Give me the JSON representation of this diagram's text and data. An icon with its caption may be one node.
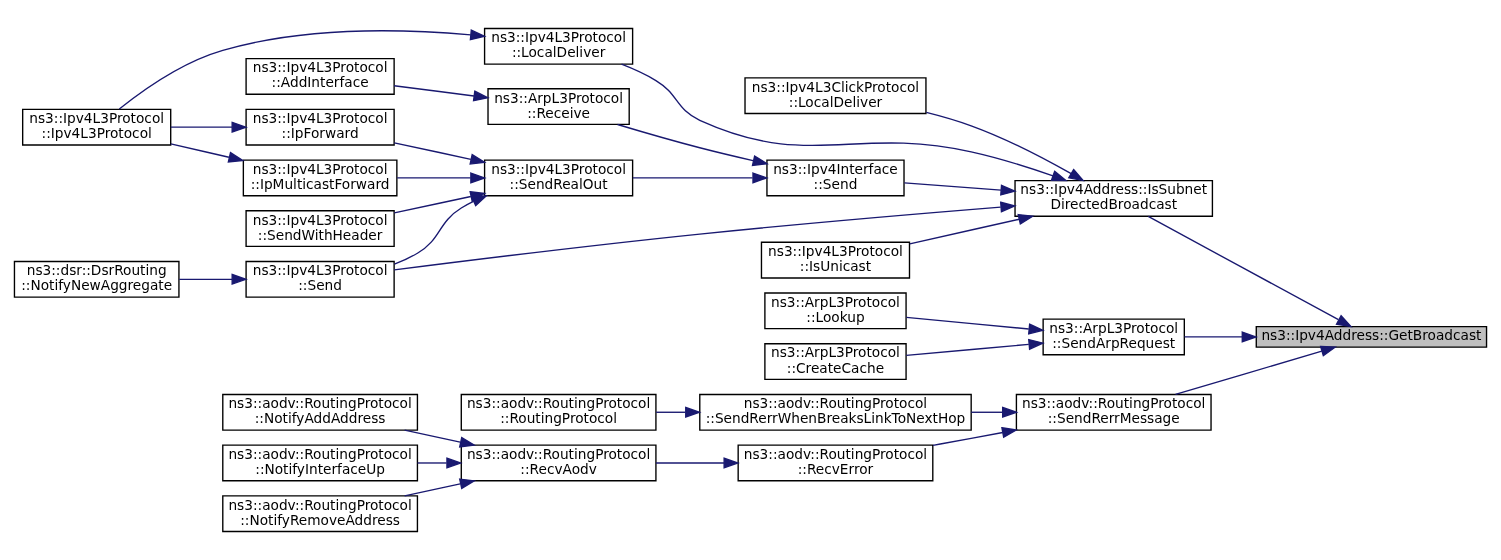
{
  "diagram": {
    "nodes": [
      {
        "text": [
          "ns3::Ipv4Address::GetBroadcast"
        ]
      },
      {
        "text": [
          "ns3::Ipv4Address::IsSubnet DirectedBroadcast"
        ]
      },
      {
        "text": [
          "ns3::ArpL3Protocol ::SendArpRequest"
        ]
      },
      {
        "text": [
          "ns3::aodv::RoutingProtocol ::SendRerrMessage"
        ]
      },
      {
        "text": [
          "ns3::Ipv4L3Protocol ::IsUnicast"
        ]
      },
      {
        "text": [
          "ns3::Ipv4L3ClickProtocol ::LocalDeliver"
        ]
      },
      {
        "text": [
          "ns3::Ipv4L3Protocol ::LocalDeliver"
        ]
      },
      {
        "text": [
          "ns3::Ipv4Interface ::Send"
        ]
      },
      {
        "text": [
          "ns3::Ipv4L3Protocol ::Send"
        ]
      },
      {
        "text": [
          "ns3::ArpL3Protocol ::CreateCache"
        ]
      },
      {
        "text": [
          "ns3::ArpL3Protocol ::Lookup"
        ]
      },
      {
        "text": [
          "ns3::aodv::RoutingProtocol ::RecvError"
        ]
      },
      {
        "text": [
          "ns3::aodv::RoutingProtocol ::SendRerrWhenBreaksLinkToNextHop"
        ]
      },
      {
        "text": [
          "ns3::ArpL3Protocol ::Receive"
        ]
      },
      {
        "text": [
          "ns3::Ipv4L3Protocol ::SendRealOut"
        ]
      },
      {
        "text": [
          "ns3::aodv::RoutingProtocol ::RecvAodv"
        ]
      },
      {
        "text": [
          "ns3::aodv::RoutingProtocol ::RoutingProtocol"
        ]
      },
      {
        "text": [
          "ns3::Ipv4L3Protocol ::AddInterface"
        ]
      },
      {
        "text": [
          "ns3::Ipv4L3Protocol ::IpForward"
        ]
      },
      {
        "text": [
          "ns3::Ipv4L3Protocol ::IpMulticastForward"
        ]
      },
      {
        "text": [
          "ns3::Ipv4L3Protocol ::SendWithHeader"
        ]
      },
      {
        "text": [
          "ns3::Ipv4L3Protocol ::Ipv4L3Protocol"
        ]
      },
      {
        "text": [
          "ns3::dsr::DsrRouting ::NotifyNewAggregate"
        ]
      },
      {
        "text": [
          "ns3::aodv::RoutingProtocol ::NotifyAddAddress"
        ]
      },
      {
        "text": [
          "ns3::aodv::RoutingProtocol ::NotifyInterfaceUp"
        ]
      },
      {
        "text": [
          "ns3::aodv::RoutingProtocol ::NotifyRemoveAddress"
        ]
      }
    ],
    "edges": [
      {
        "from": 1,
        "to": 0,
        "arrow": "to"
      },
      {
        "from": 2,
        "to": 0,
        "arrow": "to"
      },
      {
        "from": 3,
        "to": 0,
        "arrow": "to"
      },
      {
        "from": 4,
        "to": 1,
        "arrow": "to"
      },
      {
        "from": 5,
        "to": 1,
        "arrow": "to"
      },
      {
        "from": 6,
        "to": 1,
        "arrow": "to"
      },
      {
        "from": 7,
        "to": 1,
        "arrow": "to"
      },
      {
        "from": 8,
        "to": 1,
        "arrow": "to"
      },
      {
        "from": 9,
        "to": 2,
        "arrow": "to"
      },
      {
        "from": 10,
        "to": 2,
        "arrow": "to"
      },
      {
        "from": 11,
        "to": 3,
        "arrow": "to"
      },
      {
        "from": 12,
        "to": 3,
        "arrow": "to"
      },
      {
        "from": 13,
        "to": 7,
        "arrow": "to"
      },
      {
        "from": 14,
        "to": 7,
        "arrow": "to"
      },
      {
        "from": 15,
        "to": 11,
        "arrow": "to"
      },
      {
        "from": 16,
        "to": 12,
        "arrow": "to"
      },
      {
        "from": 17,
        "to": 13,
        "arrow": "to"
      },
      {
        "from": 18,
        "to": 14,
        "arrow": "to"
      },
      {
        "from": 19,
        "to": 14,
        "arrow": "to"
      },
      {
        "from": 20,
        "to": 14,
        "arrow": "to"
      },
      {
        "from": 8,
        "to": 14,
        "arrow": "to"
      },
      {
        "from": 21,
        "to": 6,
        "arrow": "to"
      },
      {
        "from": 21,
        "to": 18,
        "arrow": "to"
      },
      {
        "from": 21,
        "to": 19,
        "arrow": "to"
      },
      {
        "from": 22,
        "to": 8,
        "arrow": "to"
      },
      {
        "from": 23,
        "to": 15,
        "arrow": "to"
      },
      {
        "from": 24,
        "to": 15,
        "arrow": "to"
      },
      {
        "from": 25,
        "to": 15,
        "arrow": "to"
      }
    ]
  }
}
